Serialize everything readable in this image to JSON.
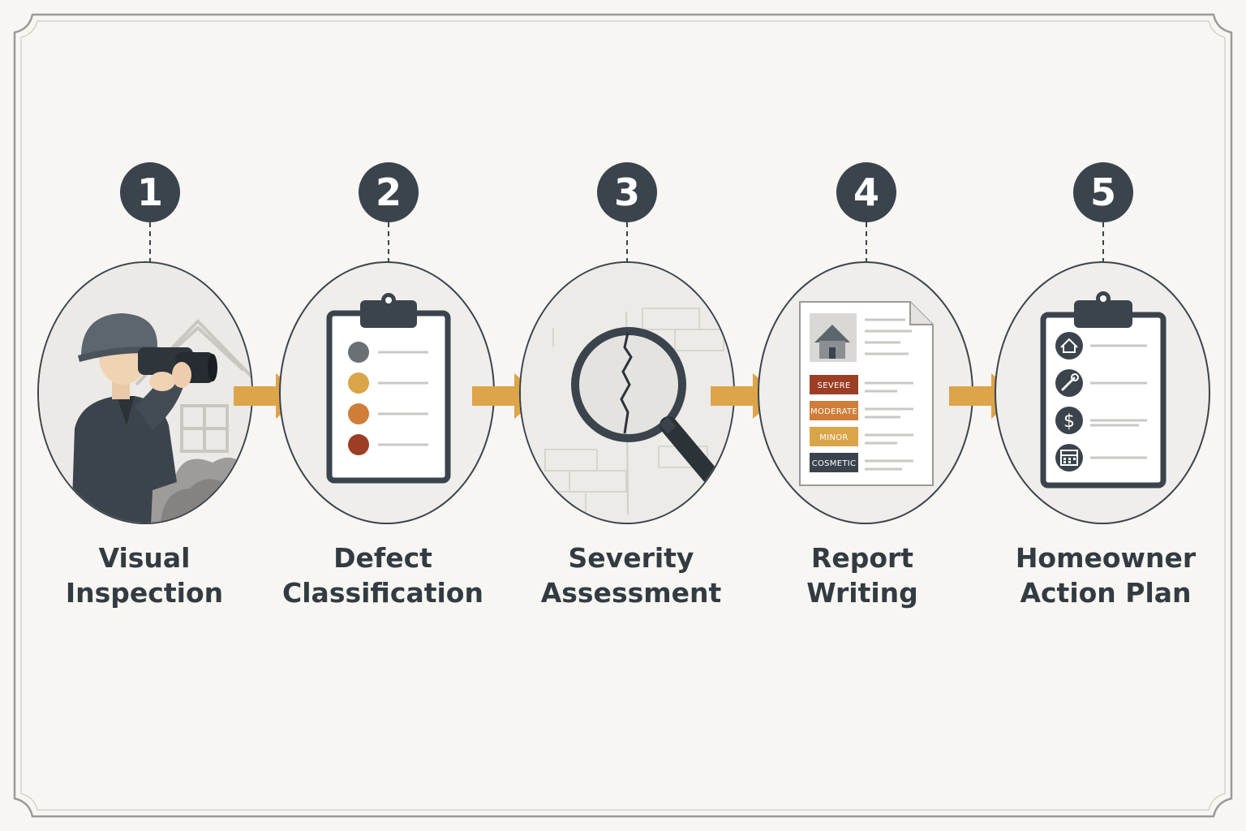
{
  "colors": {
    "accent_arrow": "#dda44a",
    "dark": "#3b444c",
    "background": "#f7f6f2",
    "severe": "#9c3e24",
    "moderate": "#cf7d38",
    "minor": "#d9a548",
    "cosmetic": "#3b444c"
  },
  "steps": [
    {
      "number": "1",
      "title_line1": "Visual",
      "title_line2": "Inspection",
      "icon": "inspector-binoculars-icon"
    },
    {
      "number": "2",
      "title_line1": "Defect",
      "title_line2": "Classification",
      "icon": "clipboard-dots-icon"
    },
    {
      "number": "3",
      "title_line1": "Severity",
      "title_line2": "Assessment",
      "icon": "magnifier-crack-icon"
    },
    {
      "number": "4",
      "title_line1": "Report",
      "title_line2": "Writing",
      "icon": "report-document-icon"
    },
    {
      "number": "5",
      "title_line1": "Homeowner",
      "title_line2": "Action Plan",
      "icon": "action-plan-clipboard-icon"
    }
  ],
  "report_tags": [
    "SEVERE",
    "MODERATE",
    "MINOR",
    "COSMETIC"
  ],
  "action_plan_icons": [
    "home-icon",
    "wrench-icon",
    "dollar-icon",
    "calendar-icon"
  ]
}
